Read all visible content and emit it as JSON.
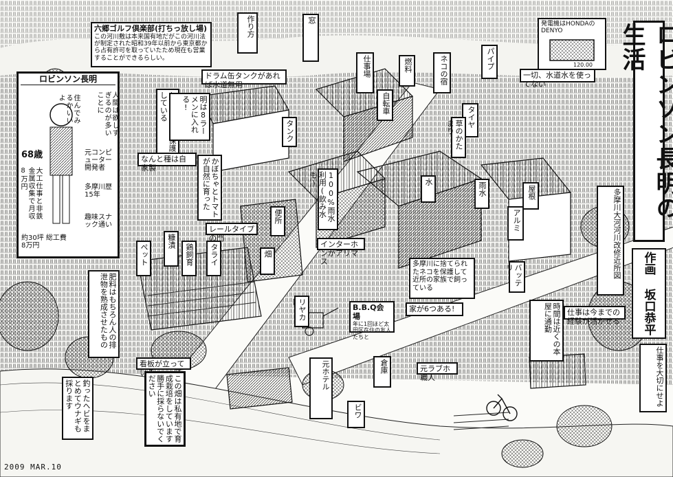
{
  "title": "ロビンソン長明の生活",
  "credit": "作画 坂口恭平",
  "date": "2009 MAR.10",
  "golf_club": {
    "heading": "六郷ゴルフ倶楽部(打ちっ放し場)",
    "body": "この河川敷は本来国有地だがこの河川法が制定された昭和39年以前から東京都から占有許可を取っていたため現在も営業することができるらしい。"
  },
  "profile": {
    "heading": "ロビンソン長明",
    "age": "68歳",
    "career": "大工仕事と非鉄金属収集で月収8万円",
    "former": "元コンピューター開発者",
    "tama": "多摩川歴15年",
    "hobby": "趣味スナック通い",
    "quote": "人間は欲しすぎるのが多いことに",
    "site": "約30坪 総工費8万円",
    "live": "住んでみるかいいよ"
  },
  "labels": {
    "fields_farm": "畑",
    "bio_water_tank": "ドラム缶タンクがあれば水道無用",
    "rain": "100%雨水利用(飲み水も)",
    "nameplate": "ネコの宿",
    "intercom": "インターホンがアリマス",
    "pipe": "パイプ",
    "bbq": "B.B.Q会場",
    "bbq_note": "年に1回ほど太田区在住の友人たちと",
    "biwa": "ビワ",
    "storage": "倉庫",
    "generator": "発電機はHONDAのDENYO",
    "generator_sub": "120.00",
    "pigeon": "ケガした鳩を保護している",
    "ramen": "明は8ラーメンに入れる!",
    "veg": "なんと種は自家製",
    "cat": "多摩川に捨てられたネコを保護して近所の家族で飼っている",
    "sign": "看板が立っている",
    "sign_text": "この畑は私有地で育成栽培をしています 勝手に採らないでください",
    "fish": "釣ったヘビをまとめてウナギも採ります",
    "manure": "肥料はもちろん人の排泄物を熟成させたもの",
    "work": "仕事場",
    "rubbish": "タイヤ",
    "water": "一切、水道水を使ってない",
    "window": "窓",
    "plan_label": "作り方",
    "alumi": "アルミ",
    "ex_hotel": "元ホテル",
    "left_out": "元ラブホ職人",
    "home_owner": "家が6つある!",
    "neighbors": "多摩川大河河川改修近所図",
    "bike": "自転車",
    "watertank_label": "タンク",
    "roof": "屋根",
    "rain2": "雨水",
    "gate": "レールタイプの門",
    "hens": "鶏飼育",
    "cart": "リヤカー",
    "pets": "ペット",
    "pipe2": "水",
    "pickle": "糠漬",
    "bucket": "タライ",
    "tomatoes": "かぼちゃとトマトが自然に育った",
    "lodge": "仕事は今までの経験が活かせる",
    "job": "仕事を大切にせよ",
    "school": "時間は近くの本屋に通勤",
    "outhouse": "便所",
    "car_battery": "バッテリー",
    "cactus": "草のかたまり",
    "fuel": "燃料"
  }
}
